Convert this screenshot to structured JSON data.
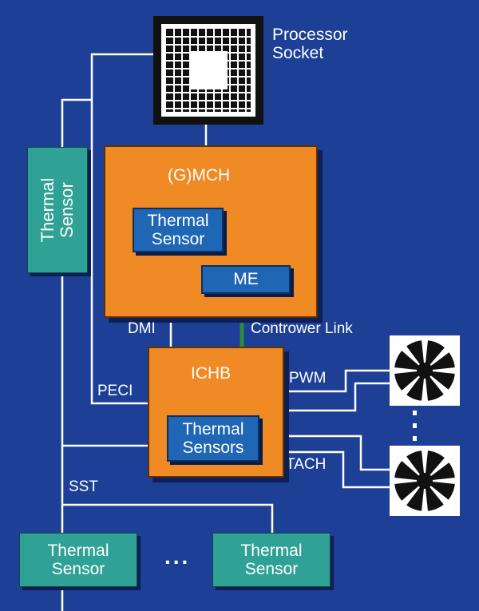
{
  "socket": {
    "label_line1": "Processor",
    "label_line2": "Socket"
  },
  "mch": {
    "title": "(G)MCH",
    "thermal_line1": "Thermal",
    "thermal_line2": "Sensor",
    "me": "ME"
  },
  "left_sensor": {
    "label_line1": "Thermal",
    "label_line2": "Sensor"
  },
  "ich": {
    "title": "ICHB",
    "thermal_line1": "Thermal",
    "thermal_line2": "Sensors"
  },
  "links": {
    "dmi": "DMI",
    "controller_link": "Contrower Link",
    "peci": "PECI",
    "pwm": "PWM",
    "tach": "TACH",
    "sst": "SST"
  },
  "bottom_sensors": [
    {
      "line1": "Thermal",
      "line2": "Sensor"
    },
    {
      "line1": "Thermal",
      "line2": "Sensor"
    }
  ],
  "ellipsis": "...",
  "colors": {
    "background": "#1d3f96",
    "chip": "#f08a24",
    "sensor": "#2fa295",
    "inner_block": "#1f66b5",
    "controller_link": "#2e8b3a",
    "wire": "#ffffff"
  }
}
